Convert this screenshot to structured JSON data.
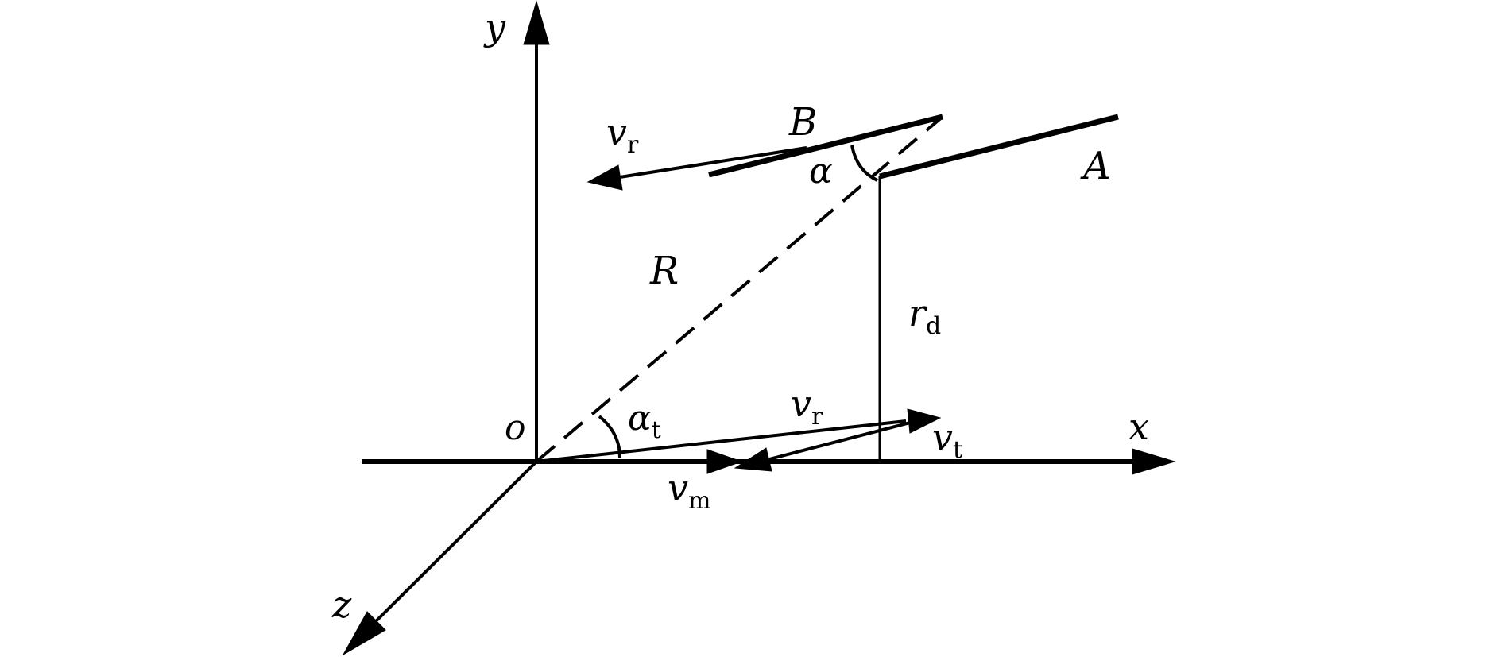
{
  "colors": {
    "ink": "#000000",
    "background": "#ffffff"
  },
  "labels": {
    "origin": "o",
    "axis_x": "x",
    "axis_y": "y",
    "axis_z": "z",
    "point_a": "A",
    "point_b": "B",
    "radius": "R",
    "alpha": "α",
    "alpha_t": {
      "main": "α",
      "sub": "t"
    },
    "v_r_top": {
      "main": "v",
      "sub": "r"
    },
    "v_r_bottom": {
      "main": "v",
      "sub": "r"
    },
    "v_t": {
      "main": "v",
      "sub": "t"
    },
    "v_m": {
      "main": "v",
      "sub": "m"
    },
    "r_d": {
      "main": "r",
      "sub": "d"
    }
  }
}
